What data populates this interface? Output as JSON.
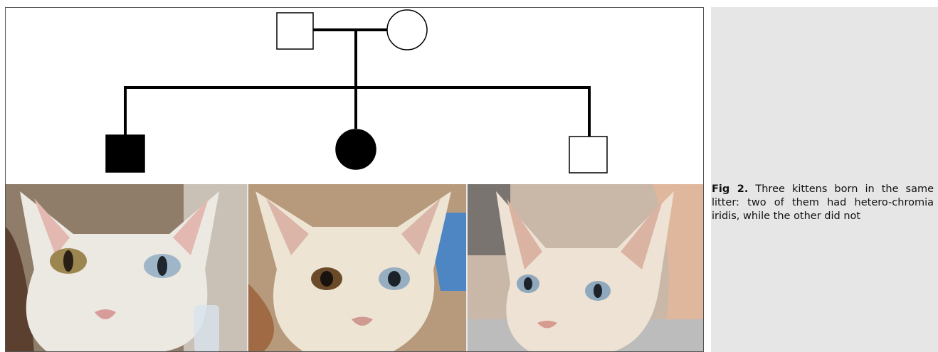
{
  "figure": {
    "pedigree": {
      "father": {
        "sex": "male",
        "affected": false
      },
      "mother": {
        "sex": "female",
        "affected": false
      },
      "offspring": [
        {
          "sex": "male",
          "affected": true
        },
        {
          "sex": "female",
          "affected": true
        },
        {
          "sex": "male",
          "affected": false
        }
      ]
    },
    "photos": [
      {
        "subject": "kitten-1",
        "eyes": "heterochromia"
      },
      {
        "subject": "kitten-2",
        "eyes": "heterochromia"
      },
      {
        "subject": "kitten-3",
        "eyes": "blue"
      }
    ]
  },
  "caption": {
    "label": "Fig 2.",
    "text": "Three kittens born in the same litter: two of them had hetero-chromia iridis, while the other did not"
  },
  "colors": {
    "caption_bg": "#e6e6e6",
    "affected_fill": "#000000",
    "unaffected_fill": "#ffffff"
  }
}
